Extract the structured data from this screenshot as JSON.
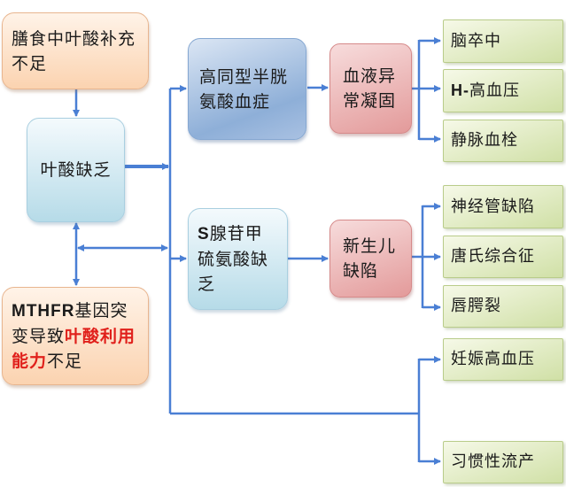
{
  "diagram": {
    "colors": {
      "connector": "#4a7fd4",
      "cause_box": "#fbd3b0",
      "central_box": "#b6dbe8",
      "mechanism_box_blue": "#8eafd8",
      "intermediate_box_pink": "#e39a9a",
      "outcome_box_green": "#d0e0a6",
      "highlight_text": "#e0201b"
    },
    "causes": {
      "diet": {
        "line1": "膳食中叶酸补充",
        "line2": "不足"
      },
      "mthfr": {
        "prefix": "MTHFR",
        "line1_rest": "基因突",
        "line2_plain": "变导致",
        "line2_red": "叶酸利用",
        "line3_red": "能力",
        "line3_plain": "不足"
      }
    },
    "central": {
      "label": "叶酸缺乏"
    },
    "mechanisms": {
      "homocysteine": {
        "line1": "高同型半胱",
        "line2": "氨酸血症"
      },
      "sam": {
        "prefix": "S",
        "line1_rest": "腺苷甲",
        "line2": "硫氨酸缺",
        "line3": "乏"
      }
    },
    "intermediates": {
      "coagulation": {
        "line1": "血液异",
        "line2": "常凝固"
      },
      "birth_defect": {
        "line1": "新生儿",
        "line2": "缺陷"
      }
    },
    "outcomes": {
      "stroke": "脑卒中",
      "h_hypertension": {
        "prefix": "H-",
        "rest": "高血压"
      },
      "venous_thrombosis": "静脉血栓",
      "neural_tube_defect": "神经管缺陷",
      "down_syndrome": "唐氏综合征",
      "cleft_lip": "唇腭裂",
      "gestational_hypertension": "妊娠高血压",
      "recurrent_miscarriage": "习惯性流产"
    },
    "edges": [
      {
        "from": "diet",
        "to": "central"
      },
      {
        "from": "central",
        "to": "mthfr",
        "bidirectional": true
      },
      {
        "from": "central",
        "to": "homocysteine"
      },
      {
        "from": "central",
        "to": "sam"
      },
      {
        "from": "mthfr",
        "to": "homocysteine",
        "bidirectional": true
      },
      {
        "from": "homocysteine",
        "to": "coagulation"
      },
      {
        "from": "sam",
        "to": "birth_defect"
      },
      {
        "from": "coagulation",
        "to": [
          "stroke",
          "h_hypertension",
          "venous_thrombosis"
        ]
      },
      {
        "from": "birth_defect",
        "to": [
          "neural_tube_defect",
          "down_syndrome",
          "cleft_lip"
        ]
      },
      {
        "from": "central",
        "to": [
          "gestational_hypertension",
          "recurrent_miscarriage"
        ]
      }
    ]
  }
}
